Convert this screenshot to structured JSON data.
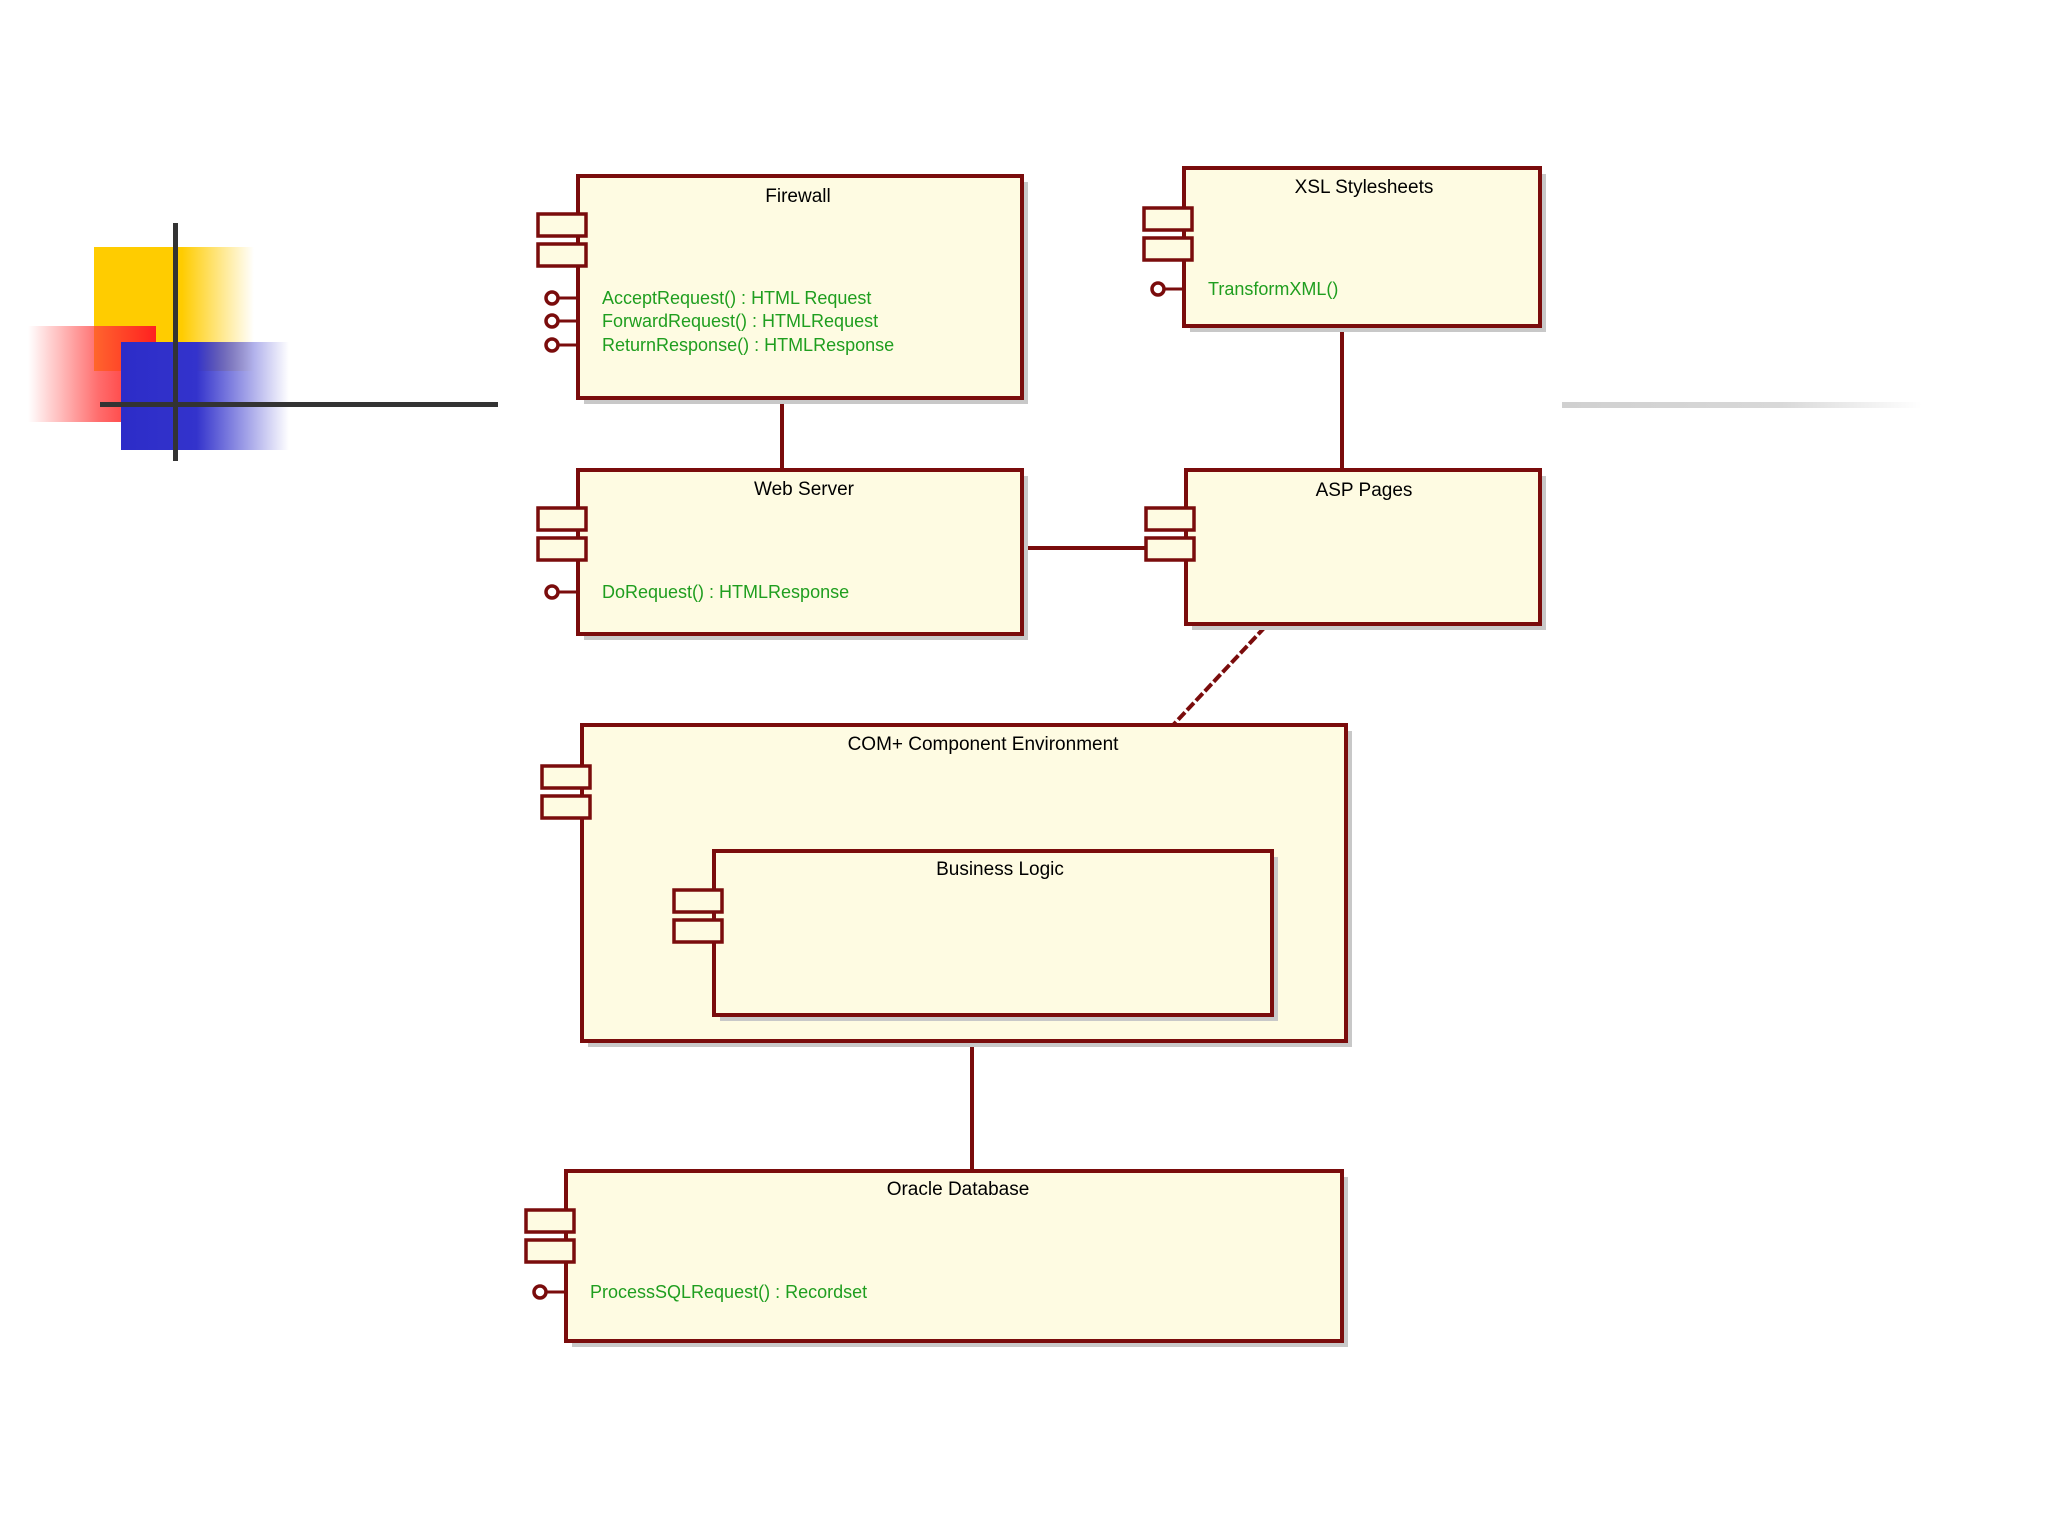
{
  "diagram": {
    "components": {
      "firewall": {
        "title": "Firewall",
        "operations": [
          "AcceptRequest() : HTML Request",
          "ForwardRequest() : HTMLRequest",
          "ReturnResponse() : HTMLResponse"
        ]
      },
      "xsl_stylesheets": {
        "title": "XSL Stylesheets",
        "operations": [
          "TransformXML()"
        ]
      },
      "web_server": {
        "title": "Web Server",
        "operations": [
          "DoRequest() : HTMLResponse"
        ]
      },
      "asp_pages": {
        "title": "ASP Pages",
        "operations": []
      },
      "com_environment": {
        "title": "COM+ Component Environment",
        "operations": []
      },
      "business_logic": {
        "title": "Business Logic",
        "operations": []
      },
      "oracle_database": {
        "title": "Oracle Database",
        "operations": [
          "ProcessSQLRequest() : Recordset"
        ]
      }
    }
  }
}
